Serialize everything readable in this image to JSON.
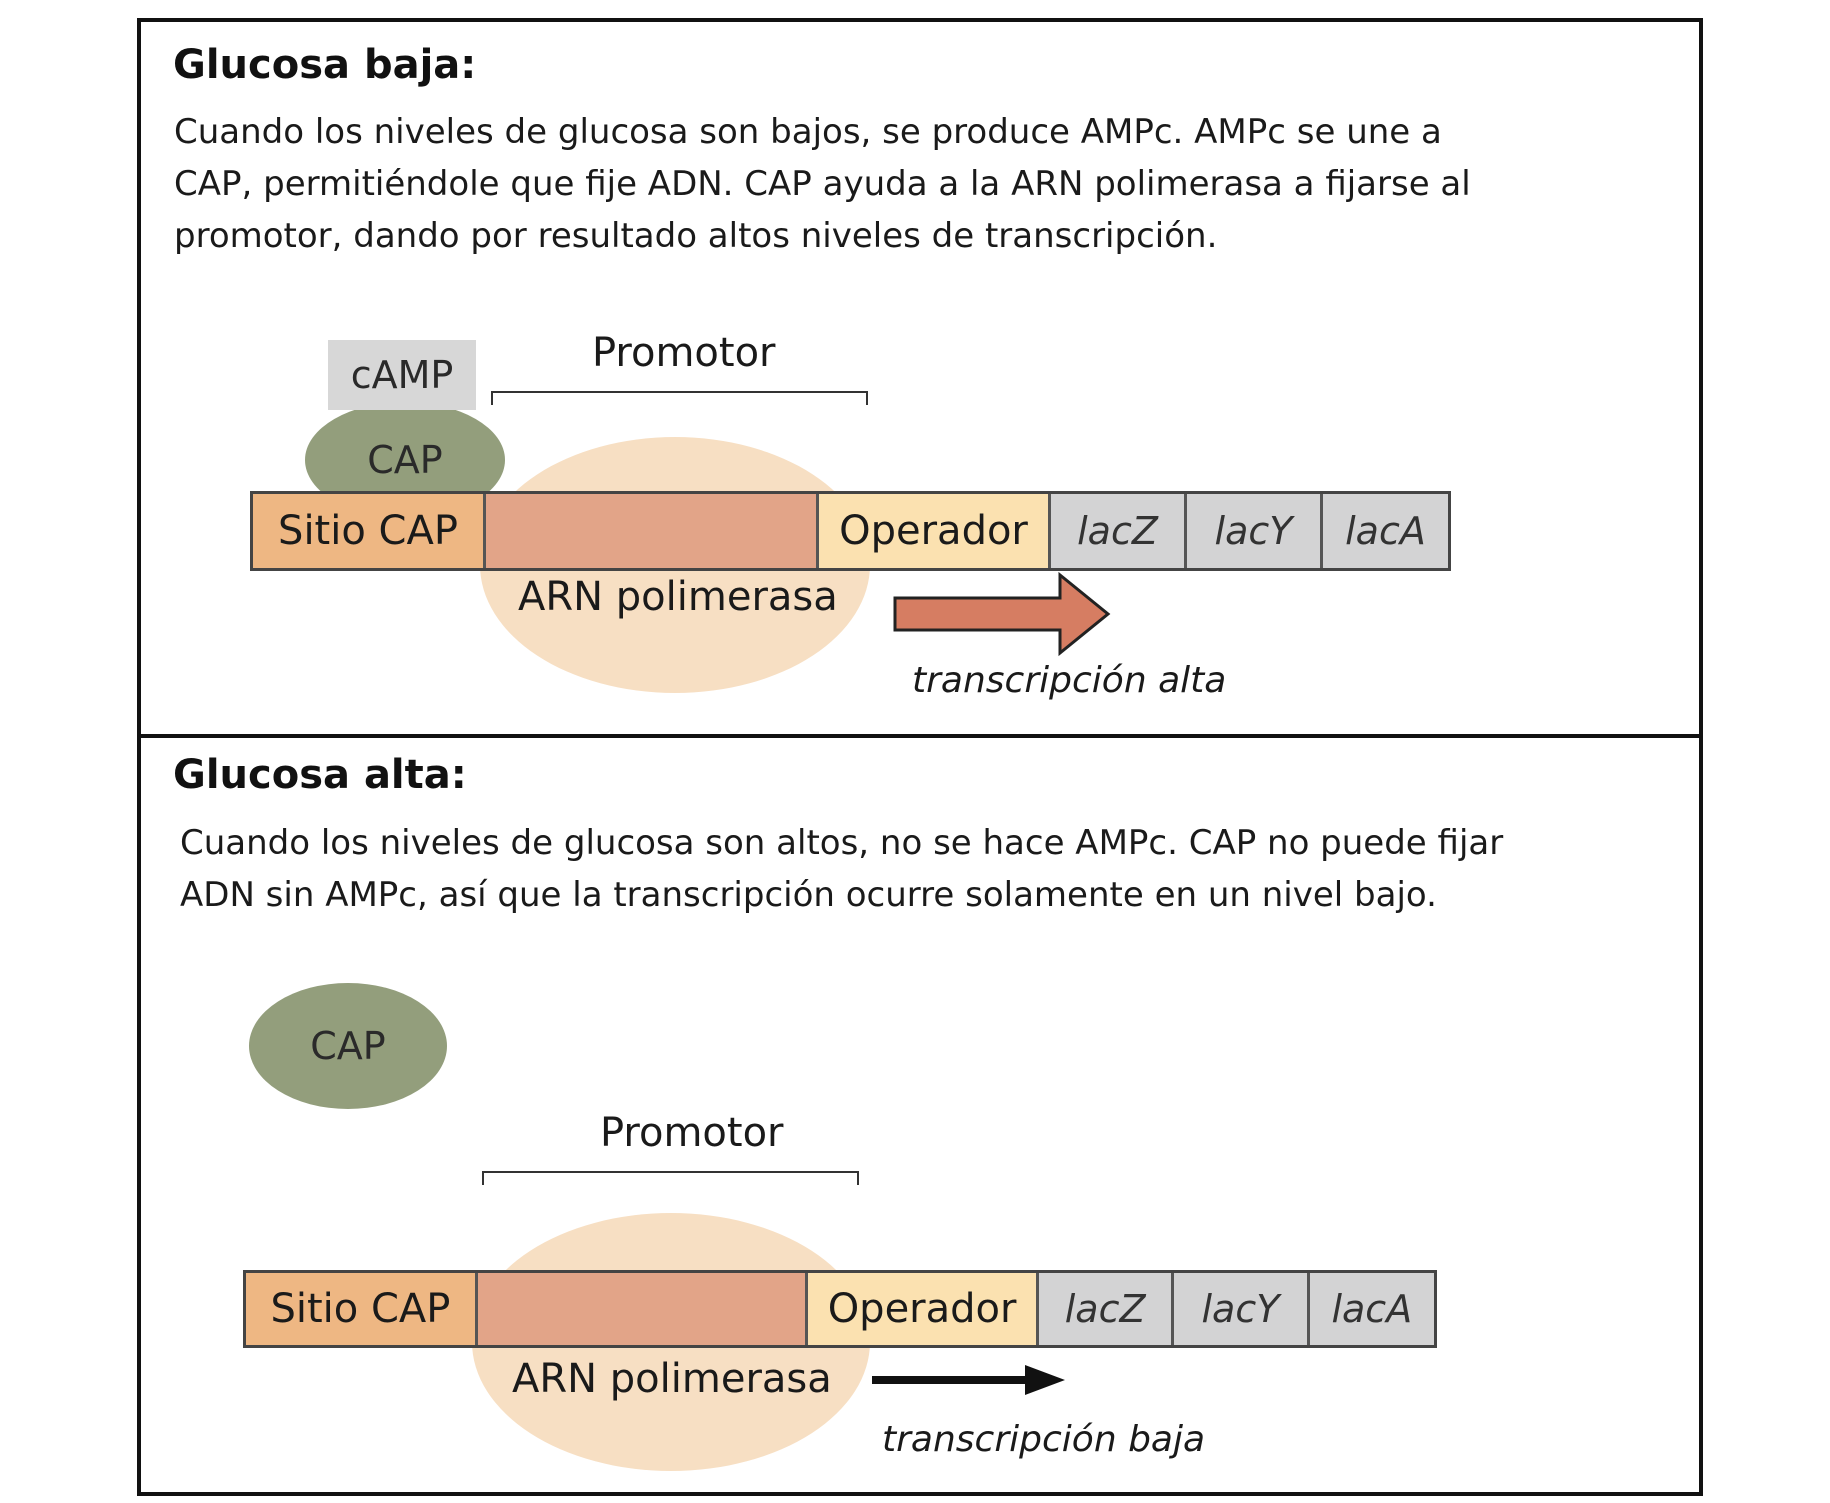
{
  "colors": {
    "cap_site": "#eeb783",
    "promoter": "#e2a488",
    "operator": "#fbe1b0",
    "gene": "#d3d3d4",
    "polymerase": "#f7dfc3",
    "cap": "#939e7c",
    "camp": "#d7d7d7",
    "arrow_high": "#d67d62",
    "arrow_low": "#111111"
  },
  "panels": [
    {
      "title": "Glucosa baja:",
      "description_lines": [
        "Cuando los niveles de glucosa son bajos, se produce AMPc. AMPc se une a",
        "CAP, permitiéndole que fije ADN. CAP ayuda a la ARN polimerasa a fijarse al",
        "promotor, dando por resultado altos niveles de transcripción."
      ],
      "camp_label": "cAMP",
      "cap_label": "CAP",
      "promoter_label": "Promotor",
      "segments": [
        {
          "label": "Sitio CAP",
          "kind": "cap_site"
        },
        {
          "label": "",
          "kind": "promoter"
        },
        {
          "label": "Operador",
          "kind": "operator"
        },
        {
          "label": "lacZ",
          "kind": "gene"
        },
        {
          "label": "lacY",
          "kind": "gene"
        },
        {
          "label": "lacA",
          "kind": "gene"
        }
      ],
      "polymerase_label": "ARN polimerasa",
      "transcription_label": "transcripción alta"
    },
    {
      "title": "Glucosa alta:",
      "description_lines": [
        "Cuando los niveles de glucosa son altos, no se hace AMPc. CAP no puede fijar",
        "ADN sin AMPc, así que la transcripción ocurre solamente en un nivel bajo."
      ],
      "cap_label": "CAP",
      "promoter_label": "Promotor",
      "segments": [
        {
          "label": "Sitio CAP",
          "kind": "cap_site"
        },
        {
          "label": "",
          "kind": "promoter"
        },
        {
          "label": "Operador",
          "kind": "operator"
        },
        {
          "label": "lacZ",
          "kind": "gene"
        },
        {
          "label": "lacY",
          "kind": "gene"
        },
        {
          "label": "lacA",
          "kind": "gene"
        }
      ],
      "polymerase_label": "ARN polimerasa",
      "transcription_label": "transcripción baja"
    }
  ]
}
